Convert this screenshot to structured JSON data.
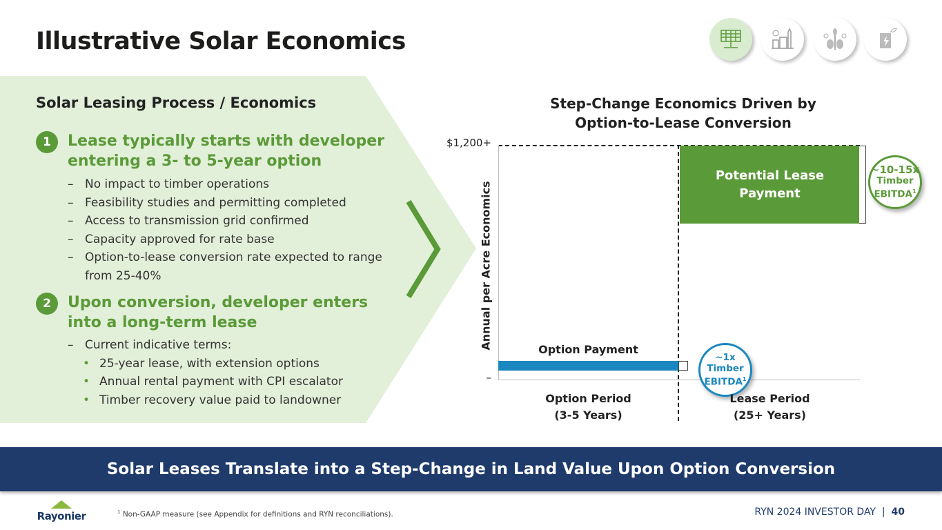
{
  "title": "Illustrative Solar Economics",
  "header_icons": [
    "solar-panel-icon",
    "industrial-city-icon",
    "plant-carbon-icon",
    "battery-leaf-icon"
  ],
  "left": {
    "section_title": "Solar Leasing Process / Economics",
    "steps": [
      {
        "number": "1",
        "heading": "Lease typically starts with developer entering a 3- to 5-year option",
        "bullets": [
          "No impact to timber operations",
          "Feasibility studies and permitting completed",
          "Access to transmission grid confirmed",
          "Capacity approved for rate base",
          "Option-to-lease conversion rate expected to range from 25-40%"
        ]
      },
      {
        "number": "2",
        "heading": "Upon conversion, developer enters into a long-term lease",
        "bullets": [
          "Current indicative terms:"
        ],
        "sub_bullets": [
          "25-year lease, with extension options",
          "Annual rental payment with CPI escalator",
          "Timber recovery value paid to landowner"
        ]
      }
    ]
  },
  "chart_data": {
    "type": "bar",
    "title": "Step-Change Economics Driven by Option-to-Lease Conversion",
    "ylabel": "Annual per Acre Economics",
    "ytick_labels": [
      "–",
      "$1,200+"
    ],
    "ylim": [
      0,
      1200
    ],
    "categories": [
      "Option Period (3-5 Years)",
      "Lease Period (25+ Years)"
    ],
    "category_lines": [
      [
        "Option Period",
        "(3-5 Years)"
      ],
      [
        "Lease Period",
        "(25+ Years)"
      ]
    ],
    "series": [
      {
        "name": "Option Payment",
        "range": [
          45,
          95
        ],
        "color": "#1b87c0",
        "label_lines": [
          "Option Payment"
        ],
        "callout": {
          "lines": [
            "~1x",
            "Timber",
            "EBITDA"
          ],
          "sup": "1"
        }
      },
      {
        "name": "Potential Lease Payment",
        "range": [
          800,
          1200
        ],
        "color": "#5b9a38",
        "label_lines": [
          "Potential Lease",
          "Payment"
        ],
        "callout": {
          "lines": [
            "~10-15x",
            "Timber",
            "EBITDA"
          ],
          "sup": "1"
        }
      }
    ]
  },
  "banner": "Solar Leases Translate into a Step-Change in Land Value Upon Option Conversion",
  "footer": {
    "logo": "Rayonier",
    "footnote_sup": "1",
    "footnote": "Non-GAAP measure (see Appendix for definitions and RYN reconciliations).",
    "event": "RYN 2024 INVESTOR DAY",
    "separator": "|",
    "page": "40"
  }
}
